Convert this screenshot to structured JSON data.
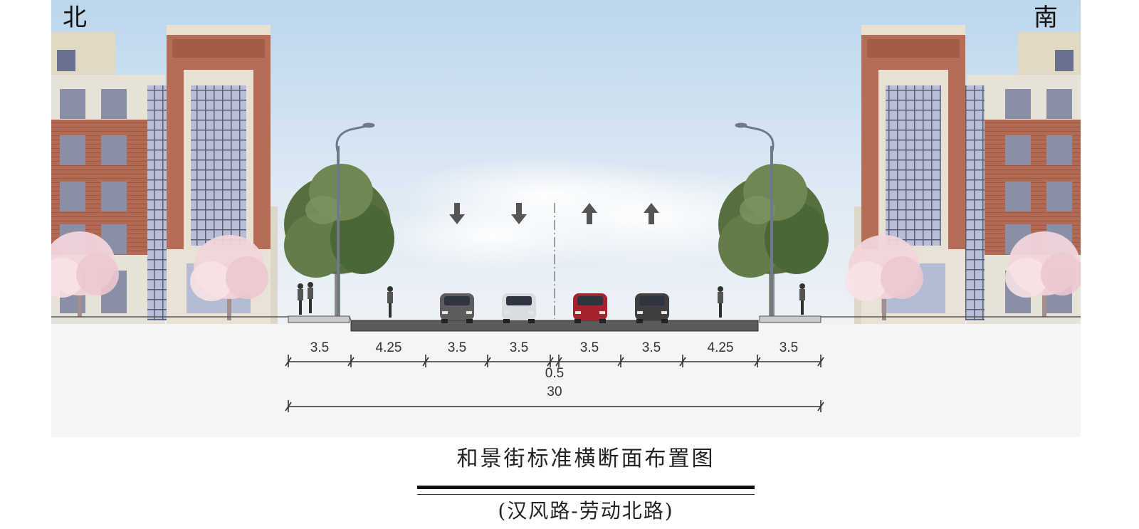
{
  "compass": {
    "north": "北",
    "south": "南"
  },
  "lane_widths": [
    "3.5",
    "4.25",
    "3.5",
    "3.5",
    "0.5",
    "3.5",
    "3.5",
    "4.25",
    "3.5"
  ],
  "total_width": "30",
  "caption": {
    "title": "和景街标准横断面布置图",
    "subtitle": "(汉风路-劳动北路)"
  },
  "colors": {
    "sky_top": "#c9dff0",
    "brick": "#b86e56",
    "asphalt": "#595a5c",
    "dim_line": "#333333",
    "tree": "#4f6b3a",
    "blossom": "#f3d8dc"
  },
  "icons": [
    "arrow-down-icon",
    "arrow-down-icon",
    "arrow-up-icon",
    "arrow-up-icon"
  ]
}
